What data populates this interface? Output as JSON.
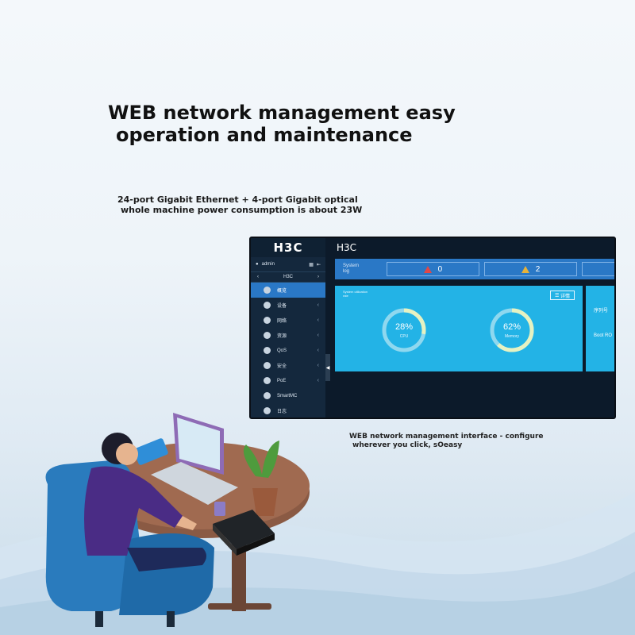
{
  "headline": {
    "line1": "WEB network management easy",
    "line2": "operation and maintenance"
  },
  "subline": {
    "line1": "24-port Gigabit Ethernet + 4-port Gigabit optical",
    "line2": "whole machine power consumption is about 23W"
  },
  "caption": {
    "line1": "WEB network management interface - configure",
    "line2": "wherever you click, sOeasy"
  },
  "ui": {
    "logo": "H3C",
    "page_title": "H3C",
    "user": "admin",
    "device": "H3C",
    "nav": [
      {
        "label": "概览",
        "active": true,
        "icon": "dashboard-icon"
      },
      {
        "label": "设备",
        "active": false,
        "icon": "device-icon"
      },
      {
        "label": "网络",
        "active": false,
        "icon": "globe-icon"
      },
      {
        "label": "资源",
        "active": false,
        "icon": "database-icon"
      },
      {
        "label": "QoS",
        "active": false,
        "icon": "qos-icon"
      },
      {
        "label": "安全",
        "active": false,
        "icon": "shield-icon"
      },
      {
        "label": "PoE",
        "active": false,
        "icon": "heart-icon"
      },
      {
        "label": "SmartMC",
        "active": false,
        "icon": "smartmc-icon"
      },
      {
        "label": "日志",
        "active": false,
        "icon": "log-icon"
      }
    ],
    "log": {
      "title_line1": "System",
      "title_line2": "log",
      "critical_count": "0",
      "warning_count": "2"
    },
    "panel": {
      "title_line1": "System utilization",
      "title_line2": "rate",
      "detail_label": "详情",
      "cpu": {
        "value": "28%",
        "label": "CPU",
        "fraction": 0.28
      },
      "memory": {
        "value": "62%",
        "label": "Memory",
        "fraction": 0.62
      }
    },
    "right_panel": {
      "row1": "序列号",
      "row2": "Boot RO"
    }
  },
  "colors": {
    "accent": "#2a78c6",
    "panel": "#23b3e6",
    "gauge_fill": "#e6f2c2",
    "critical": "#e04848",
    "warning": "#e7b23a"
  }
}
